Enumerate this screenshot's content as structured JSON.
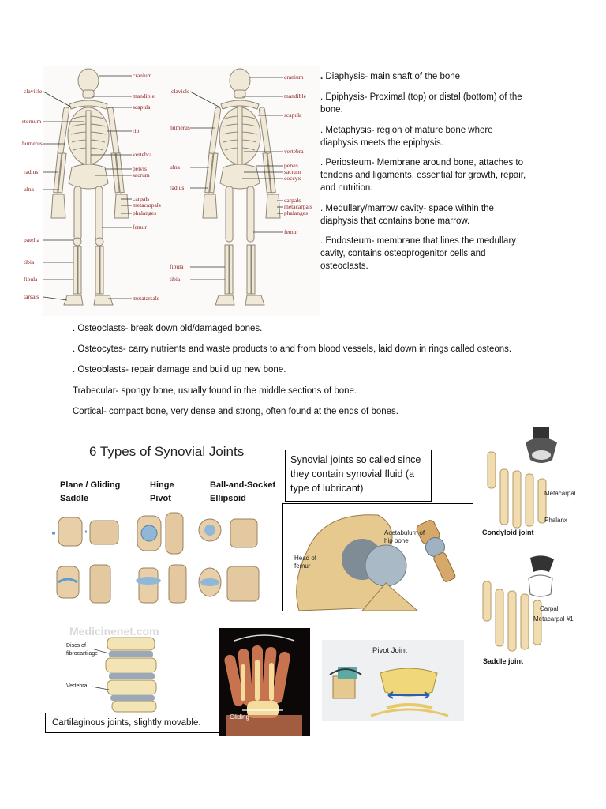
{
  "skeleton_front": {
    "labels_right": [
      "cranium",
      "mandible",
      "scapula",
      "rib",
      "vertebra",
      "pelvis",
      "sacrum",
      "carpals",
      "metacarpals",
      "phalanges",
      "femur",
      "metatarsals"
    ],
    "labels_left": [
      "clavicle",
      "sternum",
      "humerus",
      "radius",
      "ulna",
      "patella",
      "tibia",
      "fibula",
      "tarsals"
    ]
  },
  "skeleton_back": {
    "labels_right": [
      "cranium",
      "mandible",
      "scapula",
      "vertebra",
      "pelvis",
      "sacrum",
      "coccyx",
      "carpals",
      "metacarpals",
      "phalanges",
      "femur"
    ],
    "labels_left": [
      "clavicle",
      "humerus",
      "ulna",
      "radius",
      "fibula",
      "tibia"
    ]
  },
  "bone_terms": [
    {
      "bullet": ".",
      "text": "Diaphysis- main shaft of the bone"
    },
    {
      "bullet": ".",
      "text": "Epiphysis- Proximal (top) or distal (bottom) of the bone."
    },
    {
      "bullet": ".",
      "text": "Metaphysis- region of mature bone where diaphysis meets the epiphysis."
    },
    {
      "bullet": ".",
      "text": "Periosteum- Membrane around bone, attaches to tendons and ligaments, essential for growth, repair, and nutrition."
    },
    {
      "bullet": ".",
      "text": "Medullary/marrow cavity- space within the diaphysis that contains bone marrow."
    },
    {
      "bullet": ".",
      "text": "Endosteum- membrane that lines the medullary cavity, contains osteoprogenitor cells and osteoclasts."
    }
  ],
  "cell_terms": [
    ". Osteoclasts- break down old/damaged bones.",
    ". Osteocytes- carry nutrients and waste products to and from blood vessels, laid down in rings called osteons.",
    ". Osteoblasts- repair damage and build up new bone.",
    "Trabecular- spongy bone, usually found in the middle sections of bone.",
    "Cortical- compact bone, very dense and strong, often found at the ends of bones."
  ],
  "synovial": {
    "title": "6 Types of Synovial Joints",
    "col1": [
      "Plane / Gliding",
      "Saddle"
    ],
    "col2": [
      "Hinge",
      "Pivot"
    ],
    "col3": [
      "Ball-and-Socket",
      "Ellipsoid"
    ]
  },
  "synovial_note": "Synovial joints so called since they contain synovial fluid (a type of lubricant)",
  "hip": {
    "acetabulum": "Acetabulum of hip bone",
    "head": "Head of femur"
  },
  "condyloid": {
    "metacarpal": "Metacarpal",
    "phalanx": "Phalanx",
    "caption": "Condyloid joint"
  },
  "saddle": {
    "carpal": "Carpal",
    "metacarpal": "Metacarpal #1",
    "caption": "Saddle joint"
  },
  "spine": {
    "watermark": "Medicinenet.com",
    "discs": "Discs of fibrocartilage",
    "vertebra": "Vertebra"
  },
  "hand": {
    "gliding": "Gliding"
  },
  "pivot": {
    "title": "Pivot Joint"
  },
  "cartilaginous_note": "Cartilaginous joints, slightly movable.",
  "colors": {
    "bone": "#f1e9d8",
    "label_red": "#8b1a1a",
    "joint_blue": "#5a9bd4"
  }
}
